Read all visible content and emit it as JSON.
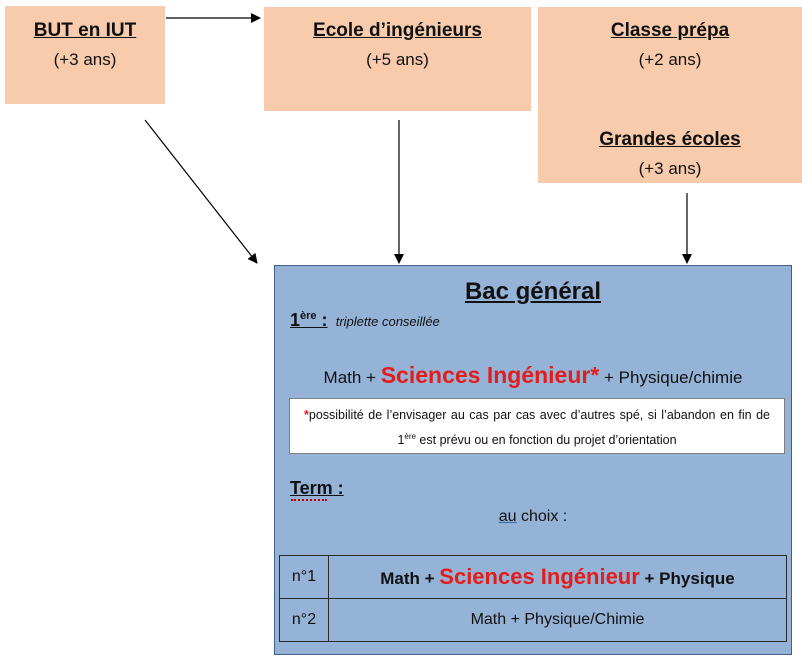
{
  "boxes": {
    "iut": {
      "title": "BUT en IUT",
      "duration": "(+3 ans)"
    },
    "ecole": {
      "title": "Ecole d’ingénieurs",
      "duration": "(+5 ans)"
    },
    "prepa": {
      "title": "Classe prépa",
      "duration": "(+2 ans)"
    },
    "grandes_ecoles": {
      "title": "Grandes écoles",
      "duration": "(+3 ans)"
    }
  },
  "bac": {
    "title": "Bac général",
    "premiere_label": "1",
    "premiere_sup": "ère",
    "premiere_colon": " :",
    "premiere_note": "triplette conseillée",
    "combo_prefix": "Math + ",
    "combo_highlight": "Sciences Ingénieur*",
    "combo_suffix": " + Physique/chimie",
    "note_star": "*",
    "note_text_1": "possibilité de l’envisager au cas par cas avec d’autres  spé, si l’abandon en fin de 1",
    "note_sup": "ère",
    "note_text_2": " est prévu ou en fonction du projet d’orientation",
    "term_label": "Term :",
    "choix_u": "au",
    "choix_rest": " choix :",
    "options": [
      {
        "num": "n°1",
        "prefix": "Math + ",
        "highlight": "Sciences Ingénieur",
        "suffix": " + Physique"
      },
      {
        "num": "n°2",
        "text": "Math + Physique/Chimie"
      }
    ]
  },
  "colors": {
    "box_fill": "#f8cbad",
    "bac_fill": "#95b3d7",
    "highlight": "#e31c1c"
  }
}
